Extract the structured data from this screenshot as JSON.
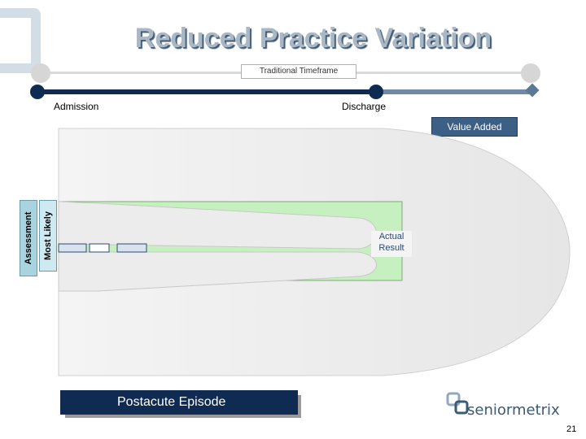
{
  "title": "Reduced Practice Variation",
  "timeline": {
    "traditional_label": "Traditional Timeframe",
    "admission_label": "Admission",
    "discharge_label": "Discharge"
  },
  "value_added": "Value Added",
  "side_labels": {
    "assessment": "Assessment",
    "most_likely": "Most Likely"
  },
  "actual_result": "Actual Result",
  "episode_label": "Postacute Episode",
  "logo_text": "seniormetrix",
  "page_number": "21",
  "colors": {
    "navy": "#0f2b52",
    "title_fill": "#aab7c4",
    "green_box": "#c7f0c0",
    "value_added_fill": "#3c5f85"
  }
}
